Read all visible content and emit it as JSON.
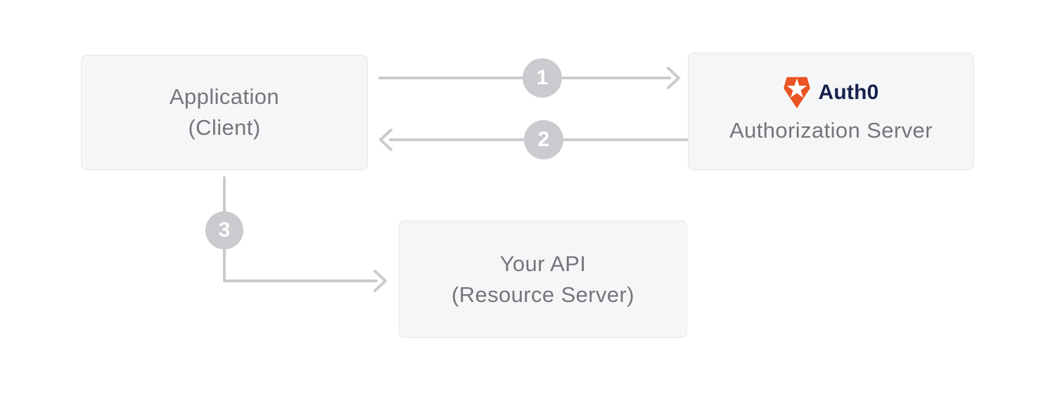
{
  "nodes": {
    "application": {
      "line1": "Application",
      "line2": "(Client)"
    },
    "auth_server": {
      "brand": "Auth0",
      "label": "Authorization Server"
    },
    "api": {
      "line1": "Your API",
      "line2": "(Resource Server)"
    }
  },
  "steps": [
    {
      "number": "1",
      "from": "Application (Client)",
      "to": "Auth0 Authorization Server",
      "direction": "right"
    },
    {
      "number": "2",
      "from": "Auth0 Authorization Server",
      "to": "Application (Client)",
      "direction": "left"
    },
    {
      "number": "3",
      "from": "Application (Client)",
      "to": "Your API (Resource Server)",
      "direction": "down-right"
    }
  ],
  "colors": {
    "page_bg": "#ffffff",
    "box_bg": "#f5f6f7",
    "box_border": "#e4e6e8",
    "box_text": "#74767a",
    "arrow": "#c9cbce",
    "circle_bg": "#c9cbce",
    "circle_text": "#ffffff",
    "auth0_orange": "#eb5424",
    "auth0_navy": "#16214d"
  }
}
